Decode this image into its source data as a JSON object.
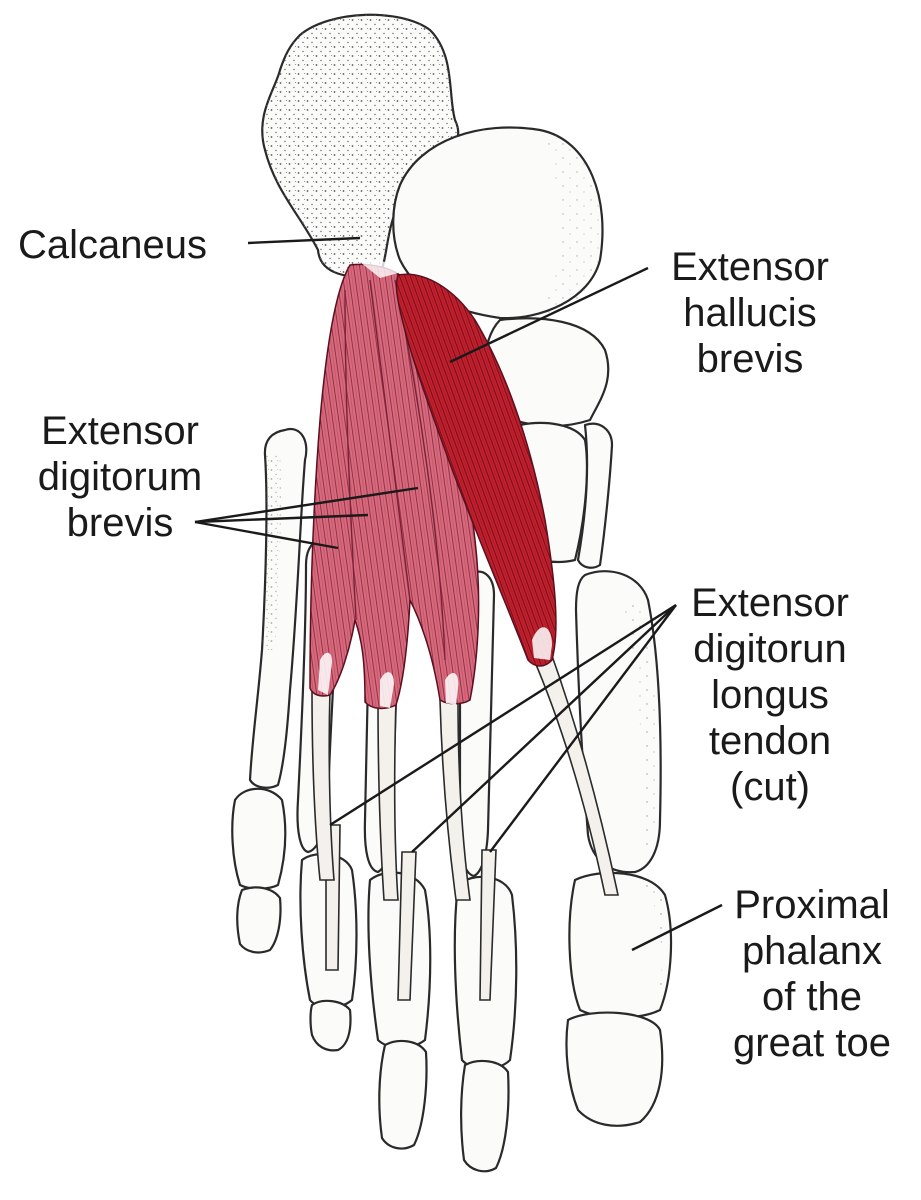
{
  "labels": {
    "calcaneus": [
      "Calcaneus"
    ],
    "ehb": [
      "Extensor",
      "hallucis",
      "brevis"
    ],
    "edb": [
      "Extensor",
      "digitorum",
      "brevis"
    ],
    "edl": [
      "Extensor",
      "digitorun",
      "longus",
      "tendon",
      "(cut)"
    ],
    "phalanx": [
      "Proximal",
      "phalanx",
      "of the",
      "great toe"
    ]
  },
  "colors": {
    "bone_fill": "#fbfbfa",
    "outline": "#2a2a2a",
    "stipple": "#555555",
    "edb_muscle": "#d86a7e",
    "ehb_muscle": "#c3202e",
    "tendon": "#f4f1ec",
    "label_text": "#1a1a1a"
  },
  "icons": [
    "foot-skeleton-illustration",
    "muscle-fibers"
  ]
}
